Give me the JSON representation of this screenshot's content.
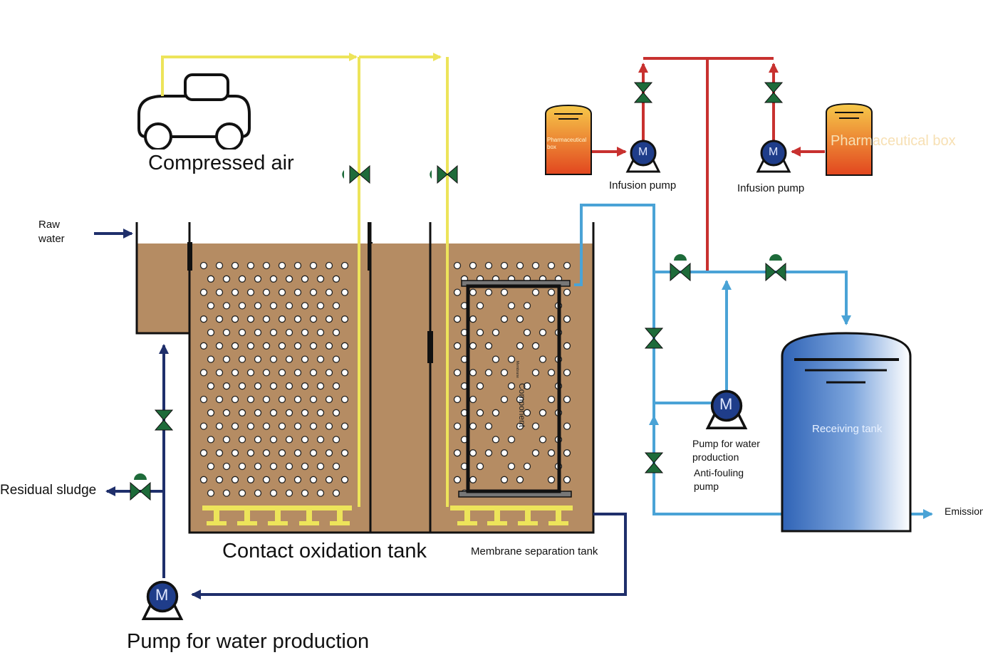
{
  "labels": {
    "compressed_air": "Compressed air",
    "raw_water_line1": "Raw",
    "raw_water_line2": "water",
    "residual_sludge": "Residual sludge",
    "contact_oxidation_tank": "Contact oxidation tank",
    "membrane_separation_tank": "Membrane separation tank",
    "pump_for_water_production_main": "Pump for water production",
    "infusion_pump_left": "Infusion pump",
    "infusion_pump_right": "Infusion pump",
    "pharmaceutical_box_left": "Pharmaceutical box",
    "pharmaceutical_box_right": "Pharmaceutical box",
    "pump_for_water_production_line1": "Pump for water",
    "pump_for_water_production_line2": "production",
    "anti_fouling_line1": "Anti-fouling",
    "anti_fouling_line2": "pump",
    "receiving_tank": "Receiving tank",
    "emission": "Emission",
    "membrane_component_small": "Membrane",
    "membrane_component": "Component",
    "pump_letter": "M"
  },
  "colors": {
    "tank_fill": "#b58c63",
    "air_line": "#ede45a",
    "dosing_line": "#c8312f",
    "clean_water_line": "#4aa3d6",
    "sludge_line": "#1f2f6b",
    "valve_green": "#1e6b3a",
    "receiving_tank_blue": "#3a73c4"
  },
  "icons": {
    "compressor": "air-compressor-icon",
    "valve": "valve-icon",
    "pump": "pump-icon",
    "chemical_box": "chemical-box-icon"
  }
}
